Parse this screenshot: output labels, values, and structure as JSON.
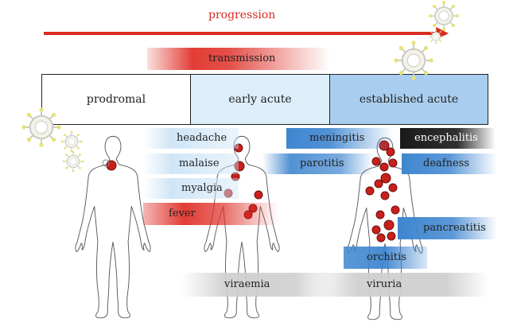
{
  "header": {
    "progression": "progression",
    "transmission": "transmission"
  },
  "phases": [
    "prodromal",
    "early acute",
    "established acute"
  ],
  "symptoms": [
    "headache",
    "malaise",
    "myalgia",
    "fever"
  ],
  "complications": {
    "meningitis": "meningitis",
    "encephalitis": "encephalitis",
    "parotitis": "parotitis",
    "deafness": "deafness",
    "pancreatitis": "pancreatitis",
    "orchitis": "orchitis"
  },
  "spread": {
    "viraemia": "viraemia",
    "viruria": "viruria"
  },
  "colors": {
    "arrow_red": "#d92b22",
    "fever_red": "#e0322a",
    "phase_light_blue": "#dceefa",
    "phase_blue": "#a9cdee",
    "complication_blue": "#3f86d0",
    "encephalitis_black": "#1a1a1a",
    "spread_grey": "#cfcfcf",
    "lesion_red": "#c8201c"
  },
  "icons": [
    "virus-particle-icon",
    "human-figure-icon"
  ]
}
